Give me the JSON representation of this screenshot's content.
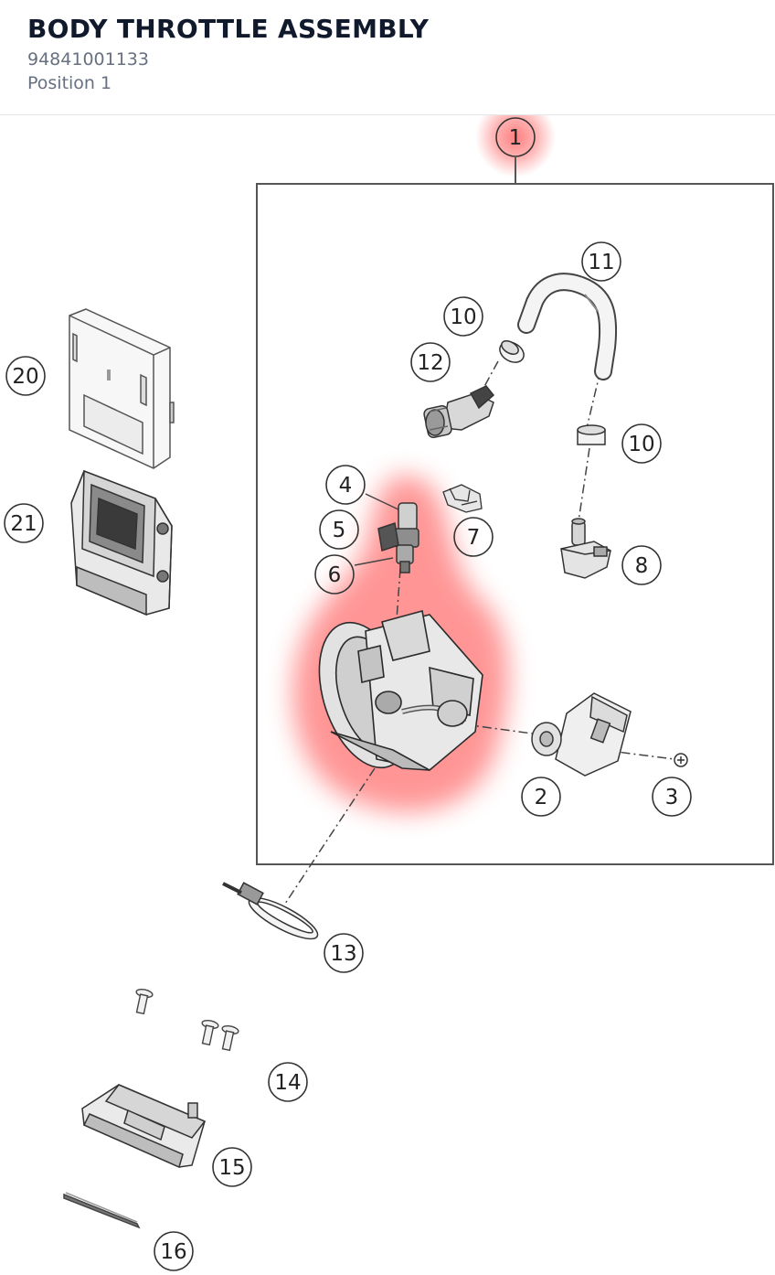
{
  "header": {
    "title": "BODY THROTTLE ASSEMBLY",
    "part_number": "94841001133",
    "position": "Position 1"
  },
  "diagram": {
    "highlight_color": "#ff3b3b",
    "line_color": "#333333",
    "highlighted_items": [
      "1"
    ],
    "callouts": [
      "1",
      "2",
      "3",
      "4",
      "5",
      "6",
      "7",
      "8",
      "10",
      "10",
      "11",
      "12",
      "13",
      "14",
      "15",
      "16",
      "20",
      "21"
    ],
    "parts": [
      "throttle-body",
      "throttle-position-sensor",
      "screw",
      "fuel-injector",
      "injector-o-ring",
      "injector-seal",
      "clip",
      "pressure-sensor",
      "hose-clamp",
      "fuel-hose",
      "quick-connector",
      "hose-clamp-band",
      "screws",
      "cover",
      "gasket",
      "ecu-cover",
      "ecu"
    ]
  }
}
